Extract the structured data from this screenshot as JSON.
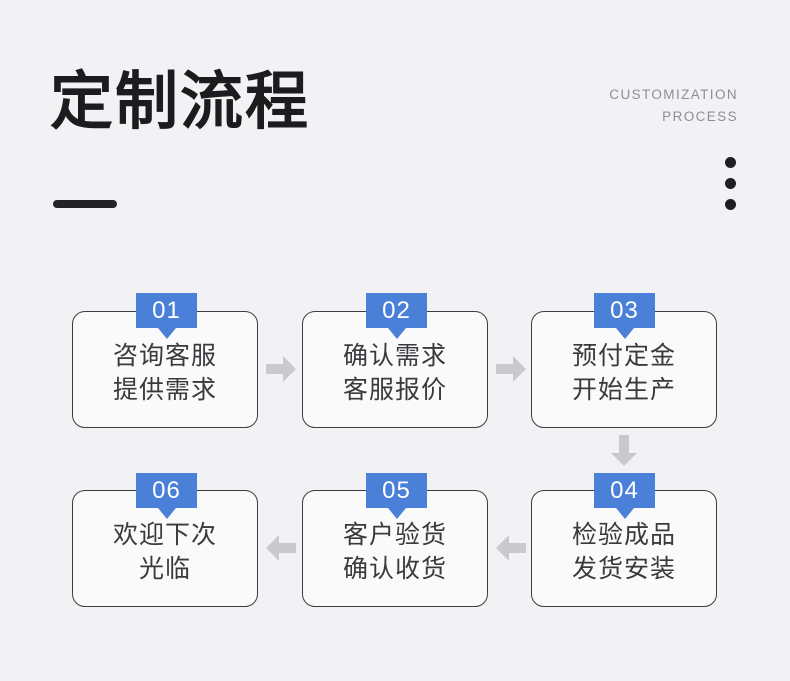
{
  "header": {
    "title": "定制流程",
    "subtitle_line1": "CUSTOMIZATION",
    "subtitle_line2": "PROCESS",
    "accent_color": "#4a80d8",
    "title_color": "#1c1c1e",
    "subtitle_color": "#8e8e93",
    "background_color": "#f2f2f4"
  },
  "flow": {
    "steps": [
      {
        "number": "01",
        "line1": "咨询客服",
        "line2": "提供需求"
      },
      {
        "number": "02",
        "line1": "确认需求",
        "line2": "客服报价"
      },
      {
        "number": "03",
        "line1": "预付定金",
        "line2": "开始生产"
      },
      {
        "number": "04",
        "line1": "检验成品",
        "line2": "发货安装"
      },
      {
        "number": "05",
        "line1": "客户验货",
        "line2": "确认收货"
      },
      {
        "number": "06",
        "line1": "欢迎下次",
        "line2": "光临"
      }
    ],
    "step_text": [
      "咨询客服\n提供需求",
      "确认需求\n客服报价",
      "预付定金\n开始生产",
      "检验成品\n发货安装",
      "客户验货\n确认收货",
      "欢迎下次\n光临"
    ],
    "connectors": [
      {
        "from": "01",
        "to": "02",
        "direction": "right"
      },
      {
        "from": "02",
        "to": "03",
        "direction": "right"
      },
      {
        "from": "03",
        "to": "04",
        "direction": "down"
      },
      {
        "from": "04",
        "to": "05",
        "direction": "left"
      },
      {
        "from": "05",
        "to": "06",
        "direction": "left"
      }
    ],
    "card_border_color": "#3c3c42",
    "card_fill_color": "#fafafb",
    "arrow_color": "#c9c9ce"
  }
}
